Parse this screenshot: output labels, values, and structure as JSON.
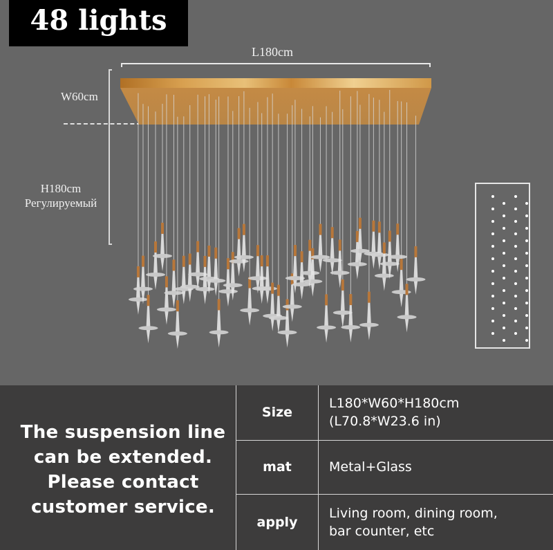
{
  "header": {
    "badge_label": "48 lights"
  },
  "dimensions": {
    "length_label": "L180cm",
    "width_label": "W60cm",
    "height_label": "H180cm",
    "height_note": "Регулируемый"
  },
  "colors": {
    "background": "#666666",
    "panel": "#3d3c3c",
    "gold": "#c48a45",
    "badge": "#000000"
  },
  "layout_diagram": {
    "dot_count": 48,
    "columns": 4,
    "rows": 12
  },
  "bottom": {
    "note": "The suspension line can be extended. Please contact customer service.",
    "note_lines": [
      "The suspension line",
      "can be extended.",
      "Please contact",
      "customer service."
    ],
    "specs": [
      {
        "key": "Size",
        "value_lines": [
          "L180*W60*H180cm",
          "(L70.8*W23.6 in)"
        ]
      },
      {
        "key": "mat",
        "value_lines": [
          "Metal+Glass"
        ]
      },
      {
        "key": "apply",
        "value_lines": [
          "Living room, dining room,",
          "bar counter, etc"
        ]
      }
    ]
  }
}
